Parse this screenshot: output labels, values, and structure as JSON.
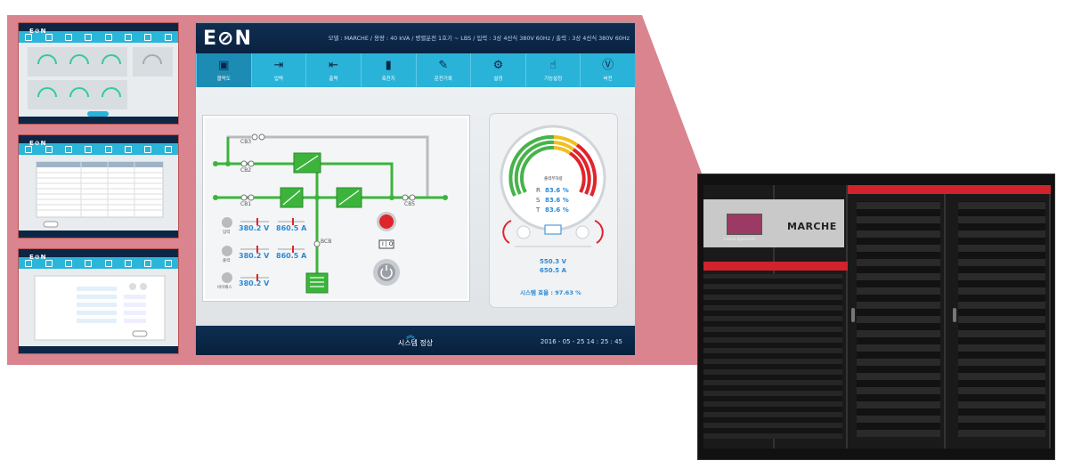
{
  "main_screen": {
    "logo": "E⊘N",
    "info_text": "모델 : MARCHE  /  용량 : 40 kVA  /  병렬운전 1호기 ~ LBS  /  입력 : 3상 4선식 380V 60Hz  /  출력 : 3상 4선식 380V 60Hz",
    "tabs": [
      {
        "label": "블럭도",
        "icon": "monitor-icon"
      },
      {
        "label": "입력",
        "icon": "input-icon"
      },
      {
        "label": "출력",
        "icon": "output-icon"
      },
      {
        "label": "축전지",
        "icon": "battery-icon"
      },
      {
        "label": "운전기록",
        "icon": "record-icon"
      },
      {
        "label": "설정",
        "icon": "gear-icon"
      },
      {
        "label": "기능설정",
        "icon": "touch-icon"
      },
      {
        "label": "버전",
        "icon": "version-icon"
      }
    ],
    "diagram": {
      "breakers": [
        "CB3",
        "CB2",
        "CB1",
        "CB5",
        "BCB"
      ],
      "rows": [
        {
          "label": "입력",
          "voltage": "380.2 V",
          "current": "860.5 A"
        },
        {
          "label": "출력",
          "voltage": "380.2 V",
          "current": "860.5 A"
        },
        {
          "label": "바이패스",
          "voltage": "380.2 V"
        }
      ],
      "switch_label": "I | O"
    },
    "gauge": {
      "title": "출력부하량",
      "phases": [
        {
          "phase": "R",
          "value": "83.6 %"
        },
        {
          "phase": "S",
          "value": "83.6 %"
        },
        {
          "phase": "T",
          "value": "83.6 %"
        }
      ],
      "battery_voltage": "550.3 V",
      "battery_current": "650.5 A",
      "efficiency": "시스템 효율 : 97.63 %"
    },
    "status": "시스템 정상",
    "datetime": "2016 - 05 - 25     14 : 25 : 45"
  },
  "cabinet": {
    "brand": "MARCHE",
    "sub_label": "3 Level Hybrid HFI"
  },
  "colors": {
    "accent": "#2ab3d8",
    "navy": "#0c2646",
    "green": "#3cb43c",
    "red": "#d1232c",
    "panel_pink": "#d9848e"
  }
}
